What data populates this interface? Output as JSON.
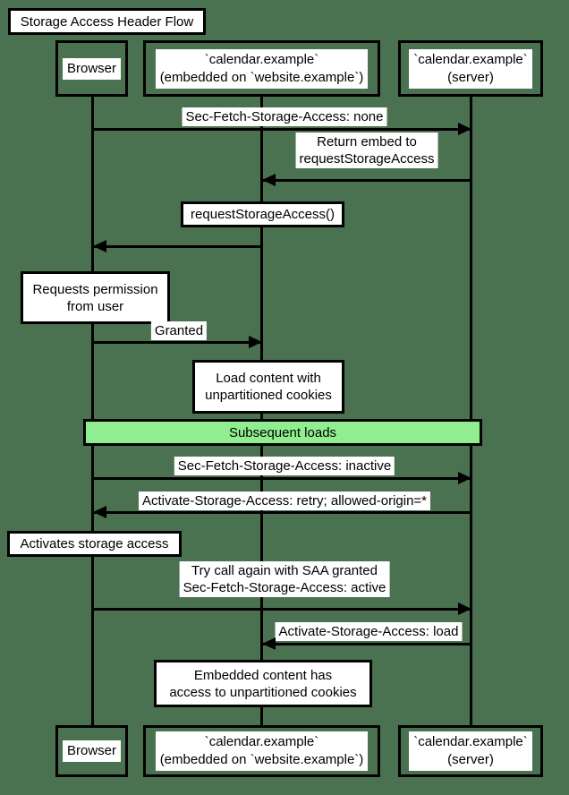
{
  "colors": {
    "background": "#4a7150",
    "band": "#90ee90",
    "line": "#000000",
    "box_fill": "#ffffff"
  },
  "title": "Storage Access Header Flow",
  "participants": {
    "browser": {
      "label": "Browser"
    },
    "embedded": {
      "line1": "`calendar.example`",
      "line2": "(embedded on `website.example`)"
    },
    "server": {
      "line1": "`calendar.example`",
      "line2": "(server)"
    }
  },
  "messages": {
    "fetch_none": {
      "label": "Sec-Fetch-Storage-Access: none"
    },
    "return_embed": {
      "line1": "Return embed to",
      "line2": "requestStorageAccess"
    },
    "granted": {
      "label": "Granted"
    },
    "fetch_inactive": {
      "label": "Sec-Fetch-Storage-Access: inactive"
    },
    "activate_retry": {
      "label": "Activate-Storage-Access: retry; allowed-origin=*"
    },
    "try_again": {
      "line1": "Try call again with SAA granted",
      "line2": "Sec-Fetch-Storage-Access: active"
    },
    "activate_load": {
      "label": "Activate-Storage-Access: load"
    }
  },
  "notes": {
    "request_storage_access": {
      "label": "requestStorageAccess()"
    },
    "requests_permission": {
      "line1": "Requests permission",
      "line2": "from user"
    },
    "load_content": {
      "line1": "Load content with",
      "line2": "unpartitioned cookies"
    },
    "subsequent_loads": {
      "label": "Subsequent loads"
    },
    "activates_storage": {
      "label": "Activates storage access"
    },
    "embedded_access": {
      "line1": "Embedded content has",
      "line2": "access to unpartitioned cookies"
    }
  }
}
